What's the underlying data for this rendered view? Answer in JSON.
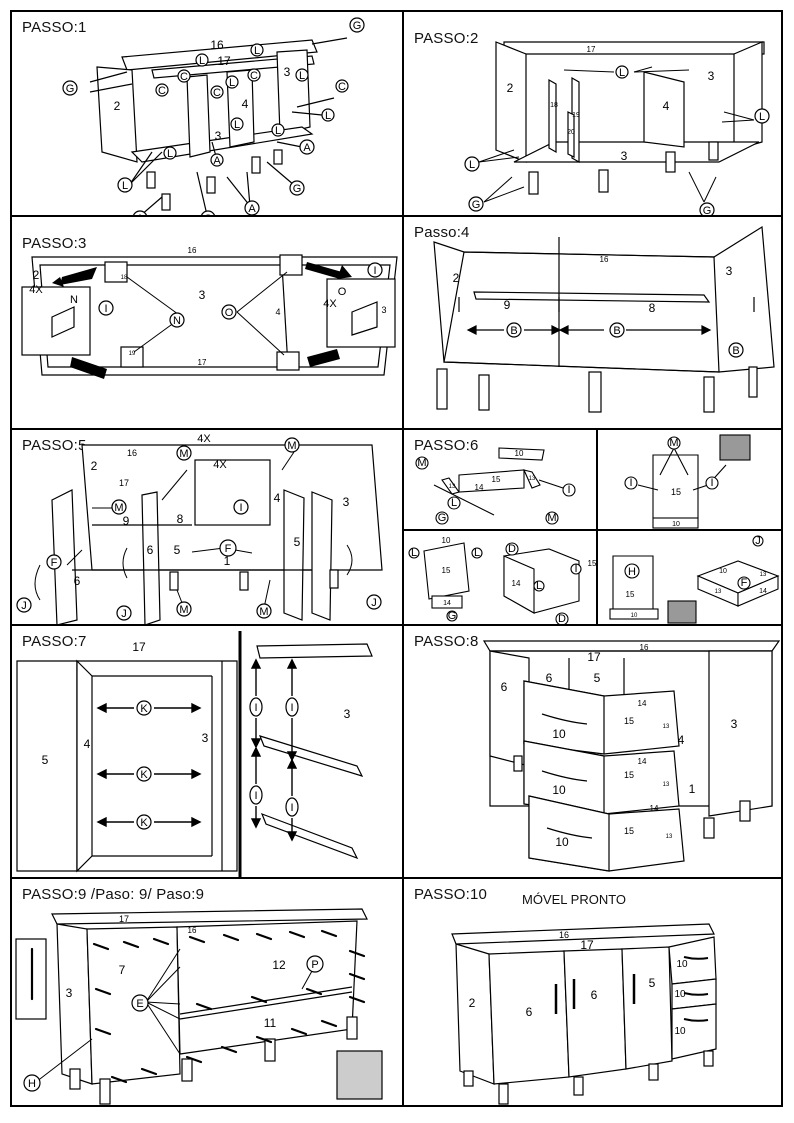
{
  "steps": [
    {
      "title": "PASSO:1"
    },
    {
      "title": "PASSO:2"
    },
    {
      "title": "PASSO:3"
    },
    {
      "title": "Passo:4"
    },
    {
      "title": "PASSO:5"
    },
    {
      "title": "PASSO:6"
    },
    {
      "title": "PASSO:7"
    },
    {
      "title": "PASSO:8"
    },
    {
      "title": "PASSO:9 /Paso: 9/ Paso:9"
    },
    {
      "title": "PASSO:10"
    }
  ],
  "final_caption": "MÓVEL PRONTO",
  "labels": {
    "G": "G",
    "L": "L",
    "C": "C",
    "A": "A",
    "N": "N",
    "O": "O",
    "I": "I",
    "B": "B",
    "M": "M",
    "F": "F",
    "J": "J",
    "D": "D",
    "H": "H",
    "K": "K",
    "E": "E",
    "P": "P",
    "x4": "4X"
  },
  "parts": {
    "p1": "1",
    "p2": "2",
    "p3": "3",
    "p4": "4",
    "p5": "5",
    "p6": "6",
    "p7": "7",
    "p8": "8",
    "p9": "9",
    "p10": "10",
    "p11": "11",
    "p12": "12",
    "p13": "13",
    "p14": "14",
    "p15": "15",
    "p16": "16",
    "p17": "17",
    "p18": "18",
    "p19": "19",
    "p20": "20"
  }
}
